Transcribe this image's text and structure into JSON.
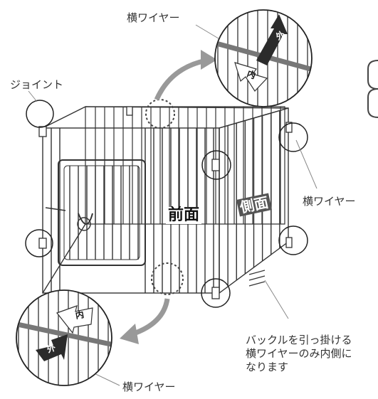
{
  "labels": {
    "top_wire": "横ワイヤー",
    "joint": "ジョイント",
    "right_wire": "横ワイヤー",
    "bottom_wire": "横ワイヤー"
  },
  "faces": {
    "front": "前面",
    "side": "側面"
  },
  "arrow_tags": {
    "top_outside": "外",
    "top_inside": "内",
    "bottom_inside": "内",
    "bottom_outside": "外"
  },
  "note": {
    "line1": "バックルを引っ掛ける",
    "line2": "横ワイヤーのみ内側に",
    "line3": "なります"
  },
  "colors": {
    "wire": "#333333",
    "dark_arrow": "#2b2b2b",
    "gray_band": "#777777",
    "leader": "#888888",
    "curved_arrow": "#999999"
  }
}
